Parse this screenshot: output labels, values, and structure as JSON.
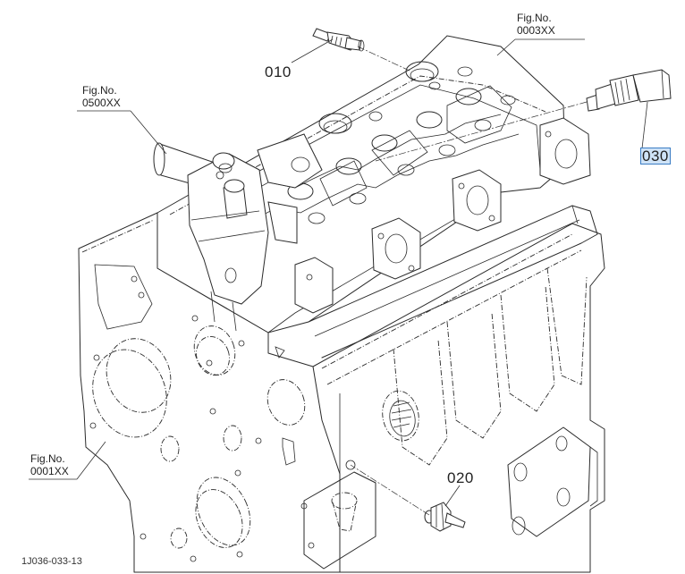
{
  "diagram": {
    "title": "Engine parts diagram",
    "drawing_number": "1J036-033-13",
    "figure_refs": [
      {
        "id": "fig-0003",
        "caption": "Fig.No.",
        "number": "0003XX"
      },
      {
        "id": "fig-0500",
        "caption": "Fig.No.",
        "number": "0500XX"
      },
      {
        "id": "fig-0001",
        "caption": "Fig.No.",
        "number": "0001XX"
      }
    ],
    "callouts": [
      {
        "id": "part-010",
        "label": "010",
        "selected": false
      },
      {
        "id": "part-020",
        "label": "020",
        "selected": false
      },
      {
        "id": "part-030",
        "label": "030",
        "selected": true
      }
    ],
    "highlight_color": "#3b7dc4",
    "highlight_fill": "#cfe3f7"
  }
}
